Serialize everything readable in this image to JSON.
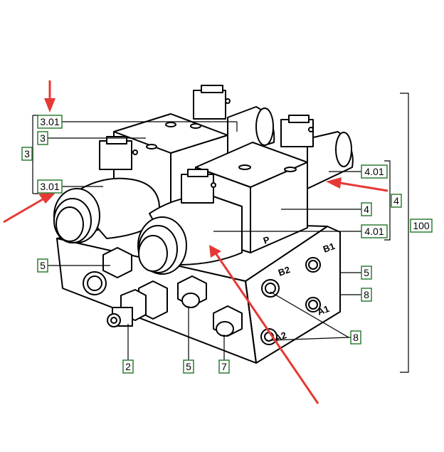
{
  "labels": {
    "l301_top": "3.01",
    "l3_a": "3",
    "l3_side": "3",
    "l301_bot": "3.01",
    "l401_top": "4.01",
    "l4_a": "4",
    "l4_side": "4",
    "l401_bot": "4.01",
    "l100": "100",
    "l5_left": "5",
    "l5_right": "5",
    "l8_right": "8",
    "l8_mid": "8",
    "l2": "2",
    "l5_bottom": "5",
    "l7": "7"
  },
  "port_marks": {
    "p": "P",
    "b1": "B1",
    "b2": "B2",
    "a1": "A1",
    "a2": "A2"
  },
  "colors": {
    "label_border": "#2e7d32",
    "arrow": "#e53935",
    "line": "#000000"
  }
}
